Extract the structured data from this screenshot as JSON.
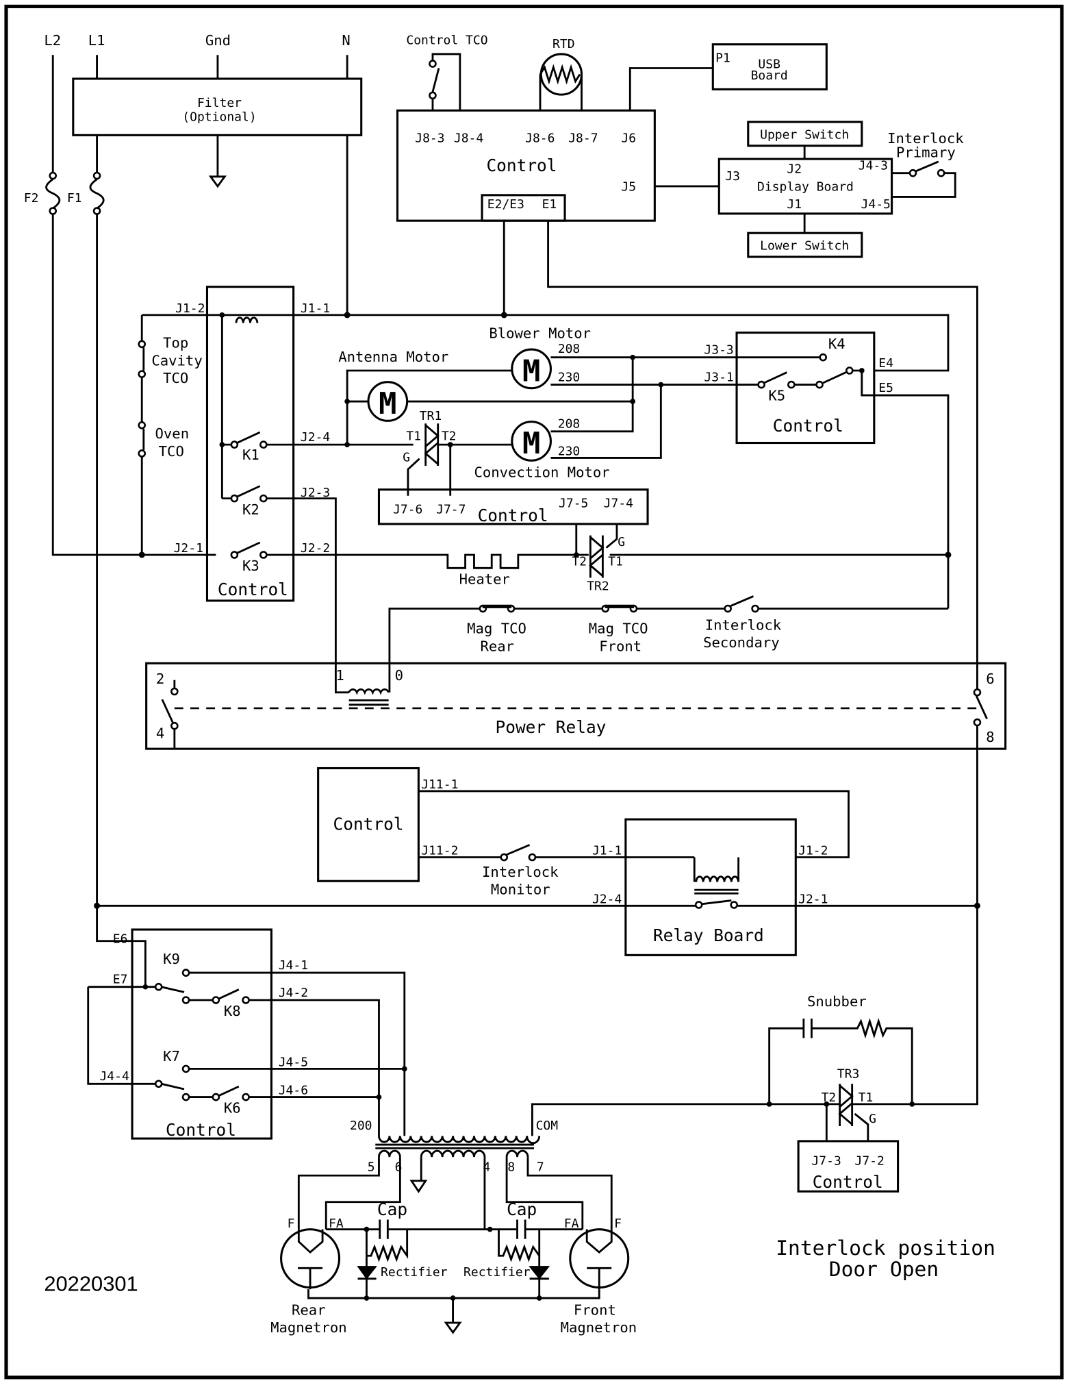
{
  "supply": {
    "l2": "L2",
    "l1": "L1",
    "gnd": "Gnd",
    "n": "N"
  },
  "filter": {
    "line1": "Filter",
    "line2": "(Optional)"
  },
  "fuses": {
    "f2": "F2",
    "f1": "F1"
  },
  "control_tco": "Control TCO",
  "rtd": "RTD",
  "usb_board": {
    "p1": "P1",
    "line1": "USB",
    "line2": "Board"
  },
  "main_control": {
    "title": "Control",
    "j8_3": "J8-3",
    "j8_4": "J8-4",
    "j8_6": "J8-6",
    "j8_7": "J8-7",
    "j6": "J6",
    "j5": "J5",
    "e2e3": "E2/E3",
    "e1": "E1"
  },
  "display_board": {
    "title": "Display Board",
    "j3": "J3",
    "j2": "J2",
    "j1": "J1",
    "j4_3": "J4-3",
    "j4_5": "J4-5"
  },
  "upper_switch": "Upper Switch",
  "lower_switch": "Lower Switch",
  "interlock_primary": {
    "line1": "Interlock",
    "line2": "Primary"
  },
  "relay_control_left": {
    "title": "Control",
    "j1_2": "J1-2",
    "j1_1": "J1-1",
    "j2_4": "J2-4",
    "j2_3": "J2-3",
    "j2_2": "J2-2",
    "j2_1": "J2-1",
    "k1": "K1",
    "k2": "K2",
    "k3": "K3"
  },
  "top_cavity_tco": {
    "line1": "Top",
    "line2": "Cavity",
    "line3": "TCO"
  },
  "oven_tco": {
    "line1": "Oven",
    "line2": "TCO"
  },
  "blower_motor": {
    "label": "Blower Motor",
    "symbol": "M",
    "t208": "208",
    "t230": "230"
  },
  "antenna_motor": {
    "label": "Antenna Motor",
    "symbol": "M"
  },
  "convection_motor": {
    "label": "Convection Motor",
    "symbol": "M",
    "t208": "208",
    "t230": "230"
  },
  "tr1": {
    "label": "TR1",
    "t1": "T1",
    "t2": "T2",
    "g": "G"
  },
  "motor_control": {
    "title": "Control",
    "k4": "K4",
    "k5": "K5",
    "j3_3": "J3-3",
    "j3_1": "J3-1",
    "e4": "E4",
    "e5": "E5"
  },
  "triac_control": {
    "title": "Control",
    "j7_6": "J7-6",
    "j7_7": "J7-7",
    "j7_5": "J7-5",
    "j7_4": "J7-4"
  },
  "heater": "Heater",
  "tr2": {
    "label": "TR2",
    "t1": "T1",
    "t2": "T2",
    "g": "G"
  },
  "mag_tco_rear": {
    "line1": "Mag TCO",
    "line2": "Rear"
  },
  "mag_tco_front": {
    "line1": "Mag TCO",
    "line2": "Front"
  },
  "interlock_secondary": {
    "line1": "Interlock",
    "line2": "Secondary"
  },
  "power_relay": {
    "title": "Power Relay",
    "p2": "2",
    "p4": "4",
    "p1": "1",
    "p0": "0",
    "p6": "6",
    "p8": "8"
  },
  "monitor_control": {
    "title": "Control",
    "j11_1": "J11-1",
    "j11_2": "J11-2"
  },
  "interlock_monitor": {
    "line1": "Interlock",
    "line2": "Monitor"
  },
  "relay_board": {
    "title": "Relay Board",
    "j1_1": "J1-1",
    "j1_2": "J1-2",
    "j2_4": "J2-4",
    "j2_1": "J2-1"
  },
  "mag_control": {
    "title": "Control",
    "e6": "E6",
    "e7": "E7",
    "j4_4": "J4-4",
    "k9": "K9",
    "k8": "K8",
    "k7": "K7",
    "k6": "K6",
    "j4_1": "J4-1",
    "j4_2": "J4-2",
    "j4_5": "J4-5",
    "j4_6": "J4-6"
  },
  "transformer": {
    "t200": "200",
    "com": "COM",
    "t5": "5",
    "t6": "6",
    "t4": "4",
    "t8": "8",
    "t7": "7"
  },
  "cap_left": "Cap",
  "cap_right": "Cap",
  "rectifier_left": "Rectifier",
  "rectifier_right": "Rectifier",
  "rear_magnetron": {
    "line1": "Rear",
    "line2": "Magnetron",
    "f": "F",
    "fa": "FA"
  },
  "front_magnetron": {
    "line1": "Front",
    "line2": "Magnetron",
    "f": "F",
    "fa": "FA"
  },
  "snubber": "Snubber",
  "tr3": {
    "label": "TR3",
    "t1": "T1",
    "t2": "T2",
    "g": "G"
  },
  "snubber_control": {
    "title": "Control",
    "j7_3": "J7-3",
    "j7_2": "J7-2"
  },
  "interlock_position": {
    "line1": "Interlock position",
    "line2": "Door Open"
  },
  "doc_number": "20220301"
}
